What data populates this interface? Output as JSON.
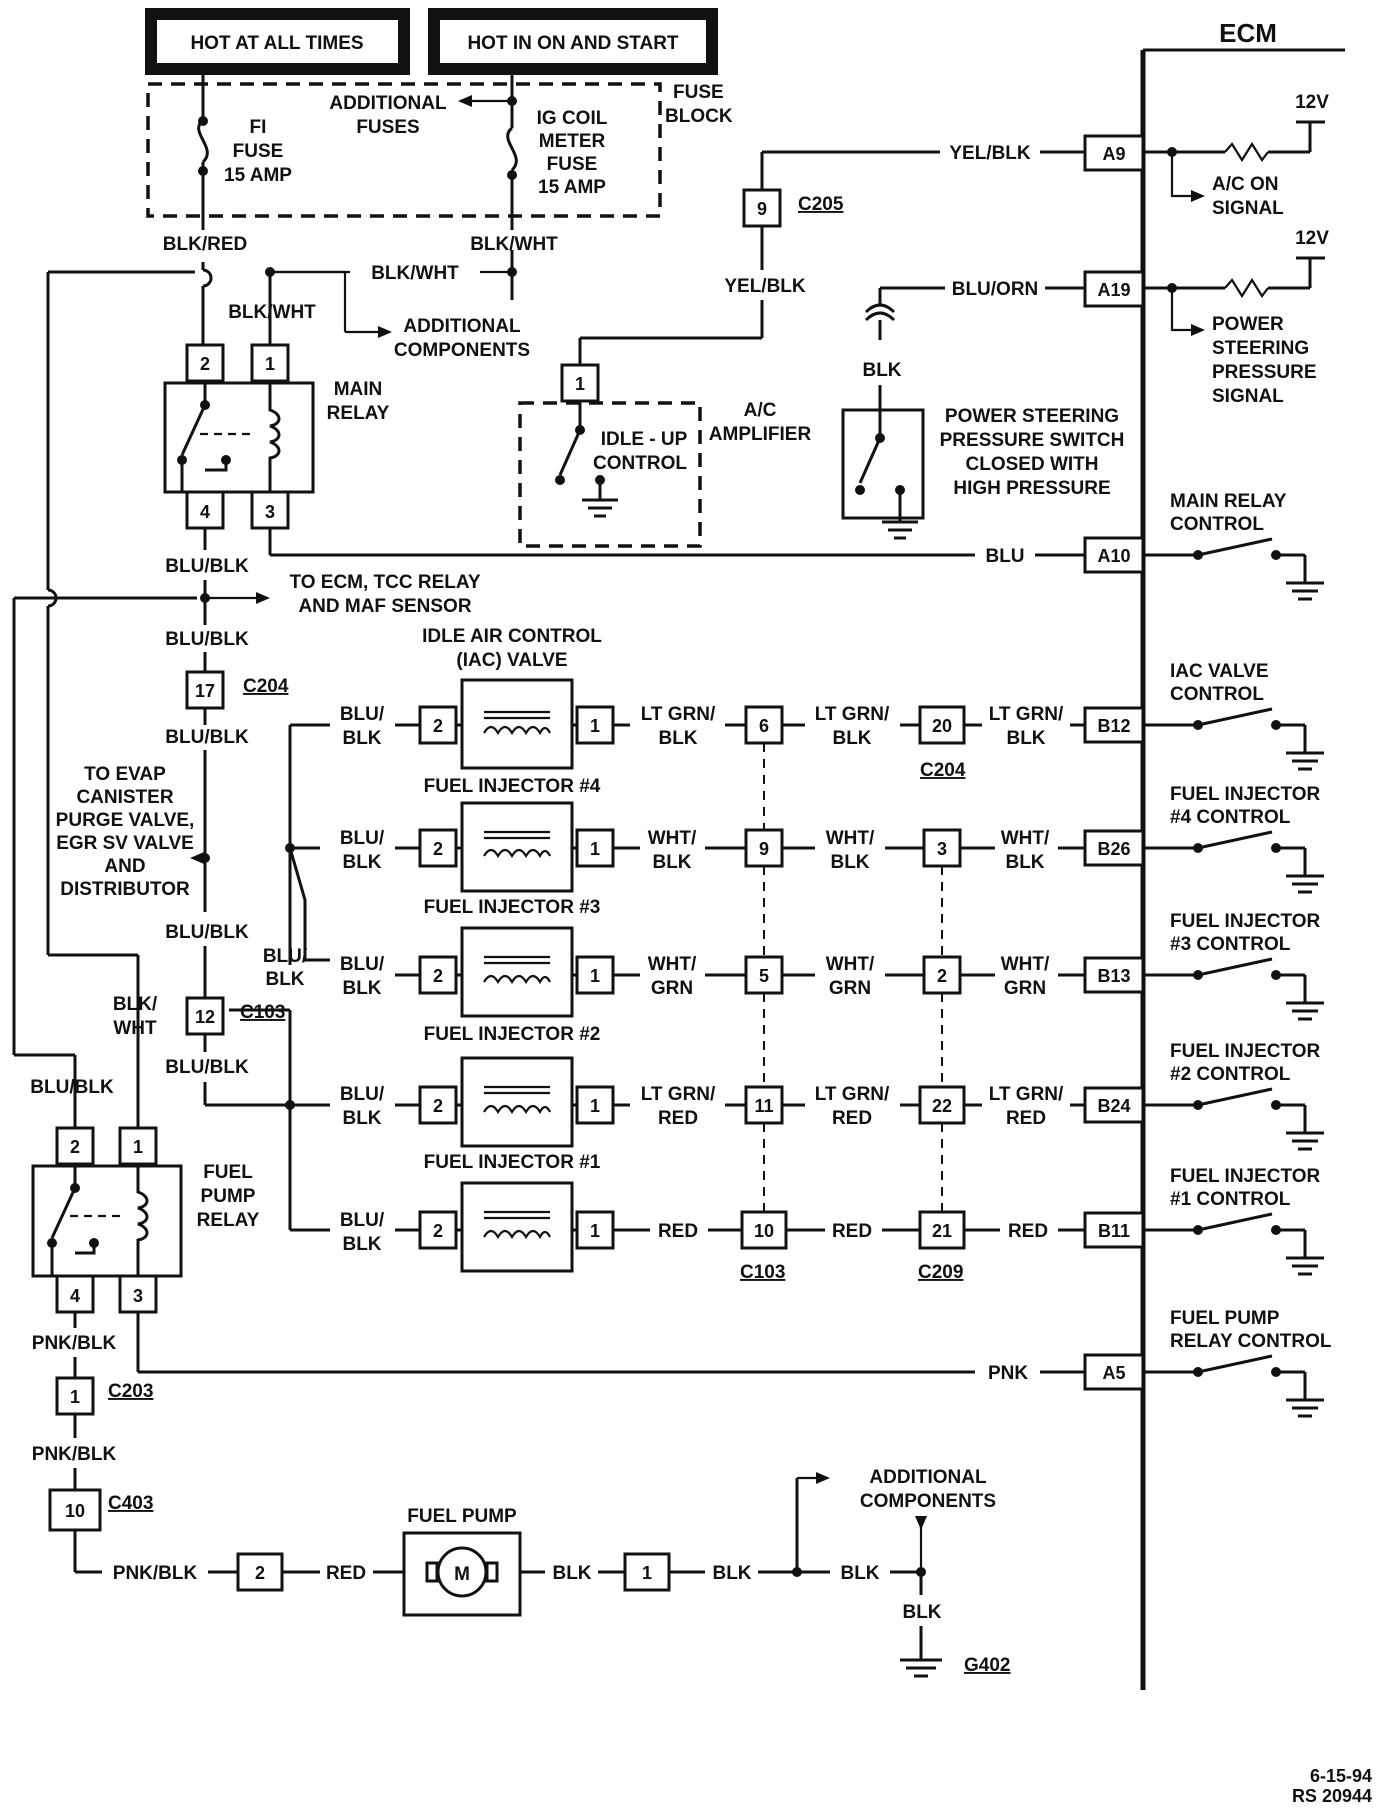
{
  "header": {
    "hot_always": "HOT AT ALL TIMES",
    "hot_run": "HOT IN ON AND START",
    "ecm": "ECM"
  },
  "fuse_block": {
    "label": [
      "FUSE",
      "BLOCK"
    ],
    "fi_fuse": [
      "FI",
      "FUSE",
      "15 AMP"
    ],
    "ig_fuse": [
      "IG COIL",
      "METER",
      "FUSE",
      "15 AMP"
    ],
    "additional": [
      "ADDITIONAL",
      "FUSES"
    ]
  },
  "wires": {
    "blk_red": "BLK/RED",
    "blk_wht": "BLK/WHT",
    "blk_wht_split": [
      "BLK/",
      "WHT"
    ],
    "blu_blk": "BLU/BLK",
    "blu_blk_split": [
      "BLU/",
      "BLK"
    ],
    "yel_blk": "YEL/BLK",
    "blu_orn": "BLU/ORN",
    "blk": "BLK",
    "blu": "BLU",
    "pnk": "PNK",
    "pnk_blk": "PNK/BLK",
    "red": "RED",
    "lt_grn_blk": [
      "LT GRN/",
      "BLK"
    ],
    "wht_blk": [
      "WHT/",
      "BLK"
    ],
    "wht_grn": [
      "WHT/",
      "GRN"
    ],
    "lt_grn_red": [
      "LT GRN/",
      "RED"
    ]
  },
  "components": {
    "main_relay": [
      "MAIN",
      "RELAY"
    ],
    "fuel_pump_relay": [
      "FUEL",
      "PUMP",
      "RELAY"
    ],
    "additional_components": [
      "ADDITIONAL",
      "COMPONENTS"
    ],
    "to_ecm": [
      "TO ECM, TCC RELAY",
      "AND MAF SENSOR"
    ],
    "to_evap": [
      "TO EVAP",
      "CANISTER",
      "PURGE VALVE,",
      "EGR SV VALVE",
      "AND",
      "DISTRIBUTOR"
    ],
    "ac_amplifier": [
      "A/C",
      "AMPLIFIER"
    ],
    "idle_up": [
      "IDLE - UP",
      "CONTROL"
    ],
    "ps_switch": [
      "POWER STEERING",
      "PRESSURE SWITCH",
      "CLOSED WITH",
      "HIGH PRESSURE"
    ],
    "iac_valve": [
      "IDLE AIR CONTROL",
      "(IAC) VALVE"
    ],
    "inj4": "FUEL INJECTOR #4",
    "inj3": "FUEL INJECTOR #3",
    "inj2": "FUEL INJECTOR #2",
    "inj1": "FUEL INJECTOR #1",
    "fuel_pump": "FUEL PUMP",
    "motor": "M"
  },
  "connectors": {
    "c205": "C205",
    "c204": "C204",
    "c103": "C103",
    "c209": "C209",
    "c203": "C203",
    "c403": "C403",
    "g402": "G402"
  },
  "ecm_pins": {
    "a9": "A9",
    "a19": "A19",
    "a10": "A10",
    "b12": "B12",
    "b26": "B26",
    "b13": "B13",
    "b24": "B24",
    "b11": "B11",
    "a5": "A5",
    "v12": "12V"
  },
  "ecm_signals": {
    "ac_on": [
      "A/C ON",
      "SIGNAL"
    ],
    "ps_signal": [
      "POWER",
      "STEERING",
      "PRESSURE",
      "SIGNAL"
    ],
    "main_relay_ctrl": [
      "MAIN RELAY",
      "CONTROL"
    ],
    "iac_ctrl": [
      "IAC VALVE",
      "CONTROL"
    ],
    "inj4_ctrl": [
      "FUEL INJECTOR",
      "#4 CONTROL"
    ],
    "inj3_ctrl": [
      "FUEL INJECTOR",
      "#3 CONTROL"
    ],
    "inj2_ctrl": [
      "FUEL INJECTOR",
      "#2 CONTROL"
    ],
    "inj1_ctrl": [
      "FUEL INJECTOR",
      "#1 CONTROL"
    ],
    "fp_ctrl": [
      "FUEL PUMP",
      "RELAY CONTROL"
    ]
  },
  "pins": {
    "p1": "1",
    "p2": "2",
    "p3": "3",
    "p4": "4",
    "p5": "5",
    "p6": "6",
    "p9": "9",
    "p10": "10",
    "p11": "11",
    "p12": "12",
    "p17": "17",
    "p20": "20",
    "p21": "21",
    "p22": "22"
  },
  "footer": {
    "date": "6-15-94",
    "ref": "RS 20944"
  }
}
